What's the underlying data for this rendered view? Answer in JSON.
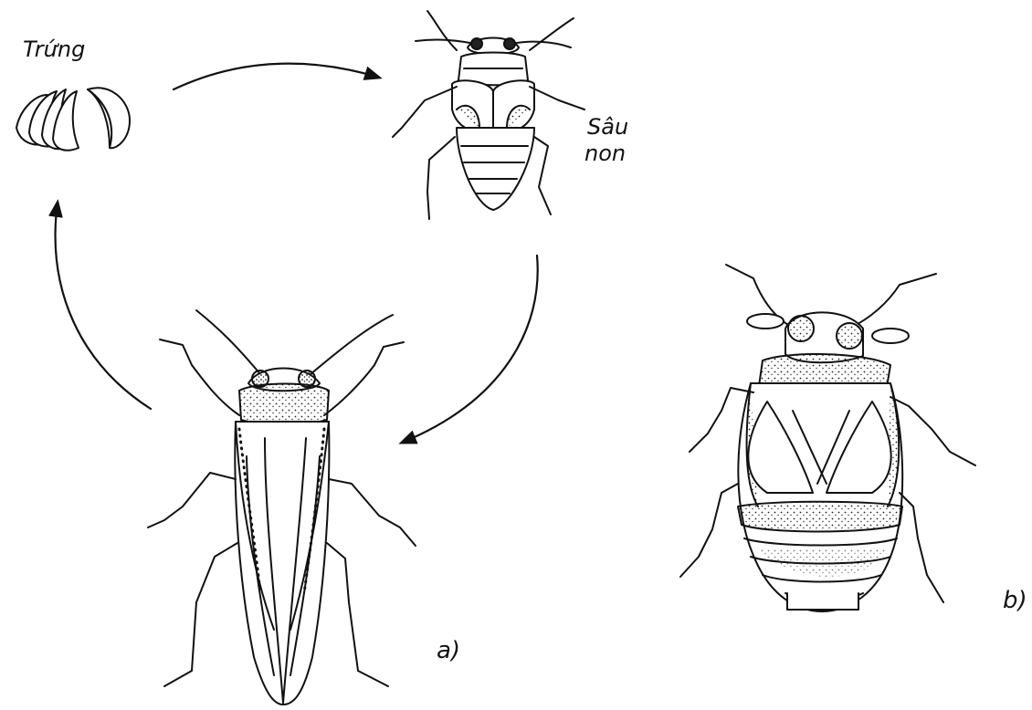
{
  "labels": {
    "eggs": "Trứng",
    "nymph_line1": "Sâu",
    "nymph_line2": "non",
    "adult_a": "a)",
    "adult_b": "b)"
  },
  "stages": [
    {
      "name": "eggs",
      "label": "Trứng"
    },
    {
      "name": "nymph",
      "label": "Sâu non"
    },
    {
      "name": "adult",
      "label": "a)"
    }
  ],
  "colors": {
    "ink": "#111111",
    "background": "#ffffff"
  }
}
